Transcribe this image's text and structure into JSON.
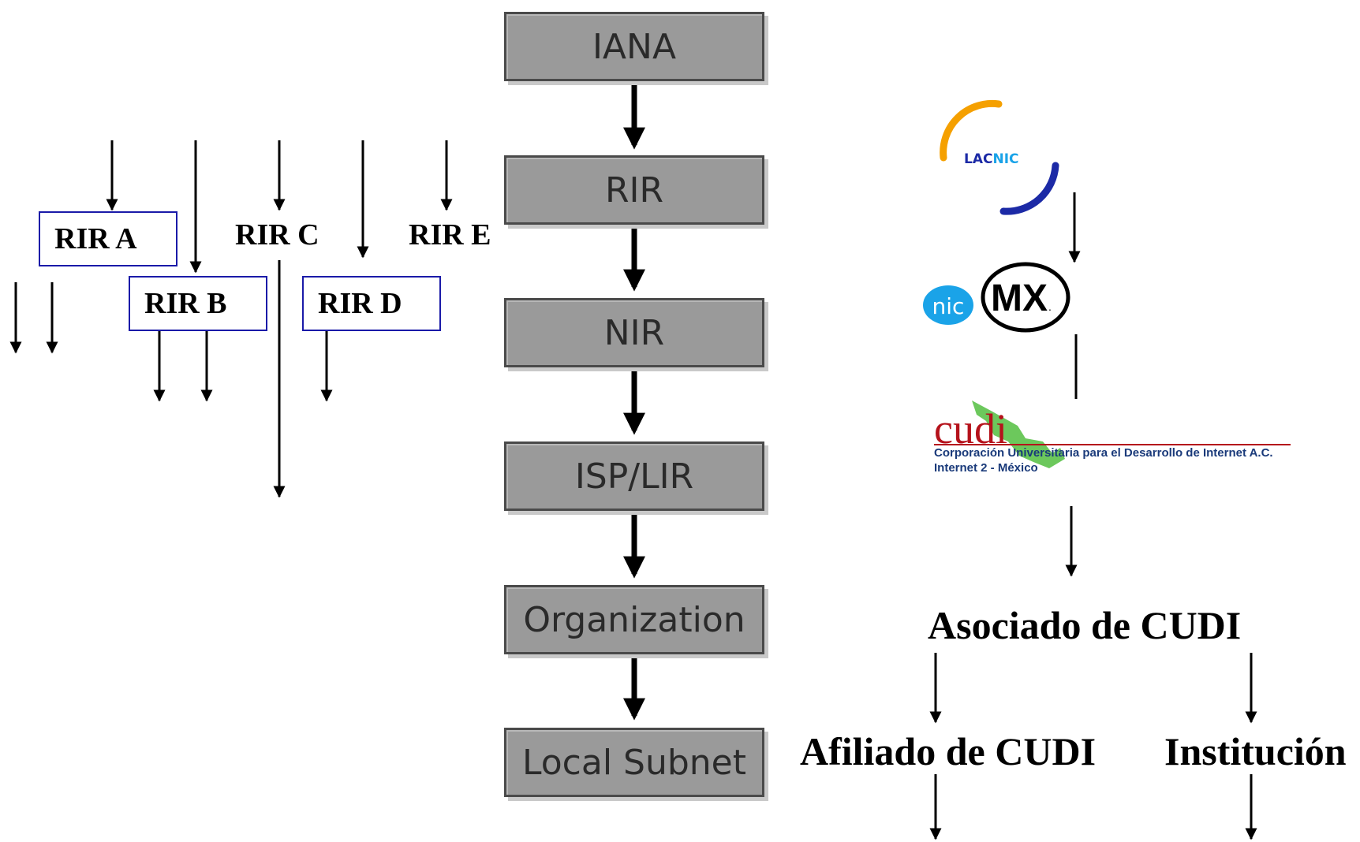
{
  "hierarchy": {
    "stages": [
      "IANA",
      "RIR",
      "NIR",
      "ISP/LIR",
      "Organization",
      "Local Subnet"
    ]
  },
  "rirs": {
    "a": "RIR A",
    "b": "RIR B",
    "c": "RIR C",
    "d": "RIR D",
    "e": "RIR E"
  },
  "logos": {
    "lacnic": {
      "lac": "LAC",
      "nic": "NIC"
    },
    "nicmx": {
      "nic": "nic",
      "mx": "MX",
      "mark": "."
    },
    "cudi": {
      "wordmark": "cudi",
      "line1": "Corporación Universitaria para el Desarrollo de Internet A.C.",
      "line2": "Internet 2 - México"
    }
  },
  "mexico_chain": {
    "asociado": "Asociado de CUDI",
    "afiliado": "Afiliado de CUDI",
    "institucion": "Institución"
  },
  "colors": {
    "box_border": "#1a1aa8",
    "stage_fill": "#9a9a9a",
    "lacnic_orange": "#f5a000",
    "lacnic_blue": "#1c2aa6",
    "nic_blue": "#1aa3e8",
    "cudi_red": "#b5121b",
    "cudi_green": "#5cc24a"
  }
}
